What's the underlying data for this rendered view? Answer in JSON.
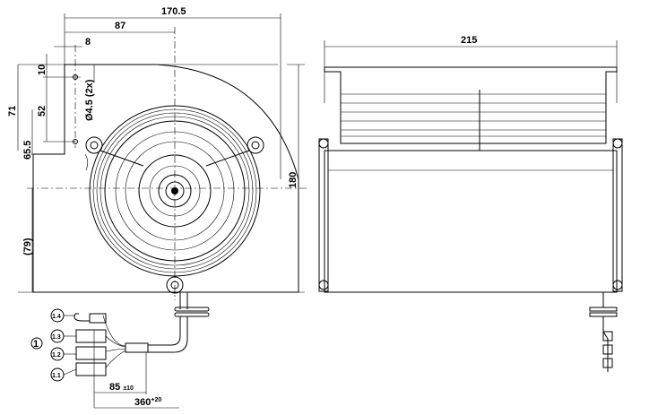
{
  "drawing": {
    "front_view": {
      "dim_width": "170.5",
      "dim_axis": "87",
      "dim_hole_offset": "8",
      "dim_hole_top": "10",
      "dim_hole_spacing": "52",
      "dim_hole_diameter": "Ø4.5 (2x)",
      "dim_71": "71",
      "dim_65_5": "65.5",
      "dim_79": "(79)",
      "dim_height": "180"
    },
    "side_view": {
      "dim_depth": "215"
    },
    "cable": {
      "item_label": "1",
      "connectors": [
        "1.4",
        "1.3",
        "1.2",
        "1.1"
      ],
      "dim_strip": "85",
      "dim_strip_tol": "±10",
      "dim_length": "360",
      "dim_length_tol": "+20"
    }
  }
}
